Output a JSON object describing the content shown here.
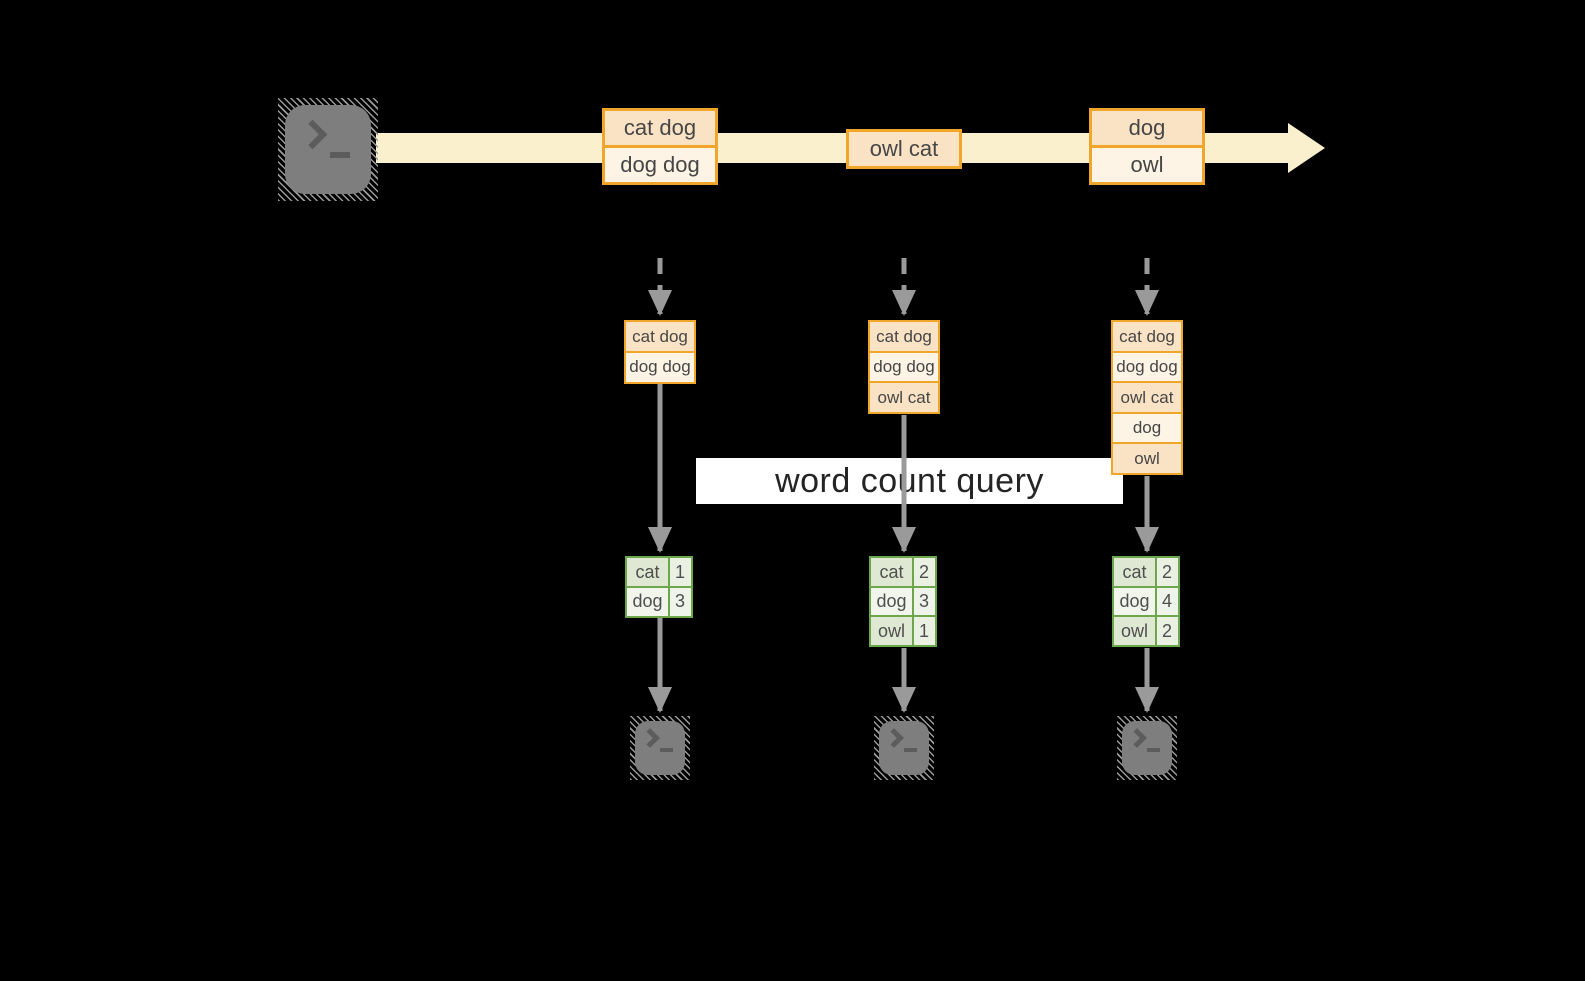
{
  "colors": {
    "background": "#000000",
    "stream_band": "#FAF0CD",
    "event_border": "#F0A62B",
    "event_cell_dark": "#FAE3C5",
    "event_cell_light": "#FDF4E5",
    "table_border": "#6CA74B",
    "table_cell_dark": "#DEE8D2",
    "table_cell_light": "#F1F5EC",
    "arrow_gray": "#9A9A9A",
    "terminal_gray": "#7E7E7E",
    "query_band_bg": "#FFFFFF",
    "text_dark": "#464646"
  },
  "icons": {
    "source": "terminal-icon",
    "outputs": [
      "terminal-icon",
      "terminal-icon",
      "terminal-icon"
    ],
    "stream": "right-arrow-band",
    "connectors": "down-arrow"
  },
  "query_label": "word count query",
  "timeline": {
    "events": [
      {
        "lines": [
          "cat dog",
          "dog dog"
        ]
      },
      {
        "lines": [
          "owl cat"
        ]
      },
      {
        "lines": [
          "dog",
          "owl"
        ]
      }
    ]
  },
  "columns": [
    {
      "buffer": [
        "cat dog",
        "dog dog"
      ],
      "counts": [
        [
          "cat",
          1
        ],
        [
          "dog",
          3
        ]
      ]
    },
    {
      "buffer": [
        "cat dog",
        "dog dog",
        "owl cat"
      ],
      "counts": [
        [
          "cat",
          2
        ],
        [
          "dog",
          3
        ],
        [
          "owl",
          1
        ]
      ]
    },
    {
      "buffer": [
        "cat dog",
        "dog dog",
        "owl cat",
        "dog",
        "owl"
      ],
      "counts": [
        [
          "cat",
          2
        ],
        [
          "dog",
          4
        ],
        [
          "owl",
          2
        ]
      ]
    }
  ]
}
